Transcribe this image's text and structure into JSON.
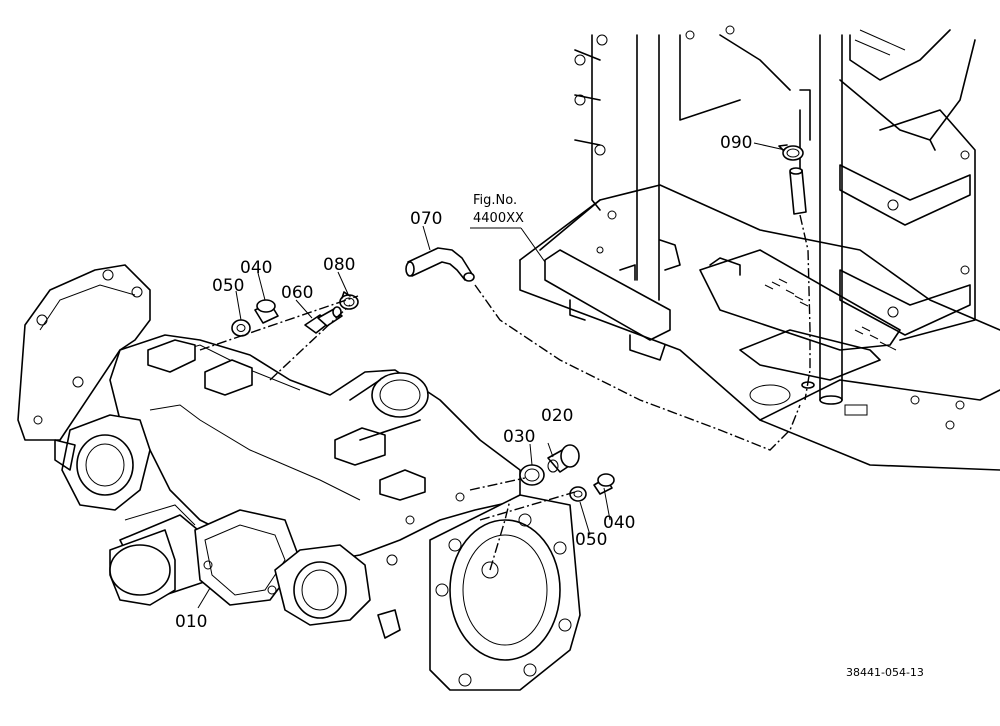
{
  "diagram": {
    "labels": {
      "p010": "010",
      "p020": "020",
      "p030": "030",
      "p040_top": "040",
      "p050_top": "050",
      "p060": "060",
      "p070": "070",
      "p080": "080",
      "p090": "090",
      "p040_right": "040",
      "p050_right": "050"
    },
    "figure_reference": {
      "line1": "Fig.No.",
      "line2": "4400XX"
    },
    "drawing_code": "38441-054-13"
  }
}
